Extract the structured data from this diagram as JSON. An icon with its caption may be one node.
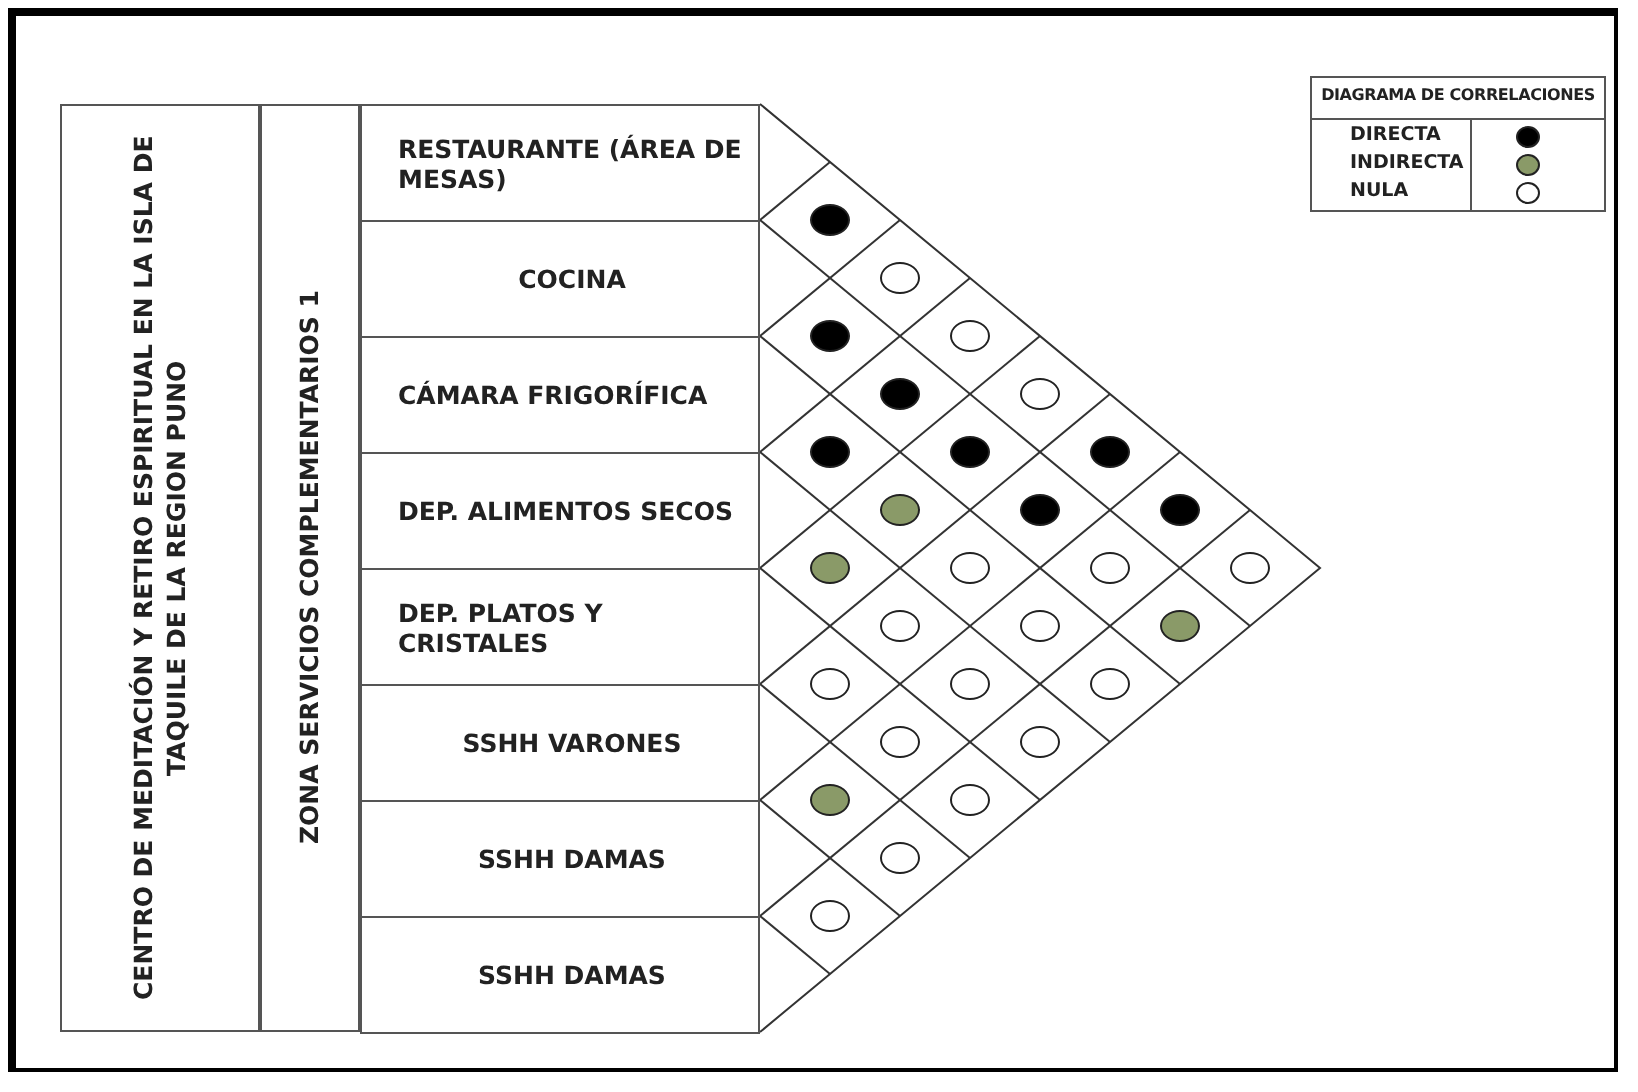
{
  "diagram": {
    "nodes": [
      {
        "text": [
          "CENTRO DE MEDITACIÓN Y RETIRO ESPIRITUAL EN LA ISLA DE TAQUILE DE LA  REGION PUNO"
        ]
      },
      {
        "text": [
          "ZONA SERVICIOS COMPLEMENTARIOS 1"
        ]
      },
      {
        "text": [
          "RESTAURANTE (ÁREA DE MESAS)"
        ]
      },
      {
        "text": [
          "COCINA"
        ]
      },
      {
        "text": [
          "CÁMARA FRIGORÍFICA"
        ]
      },
      {
        "text": [
          "DEP. ALIMENTOS SECOS"
        ]
      },
      {
        "text": [
          "DEP. PLATOS Y CRISTALES"
        ]
      },
      {
        "text": [
          "SSHH VARONES"
        ]
      },
      {
        "text": [
          "SSHH DAMAS"
        ]
      },
      {
        "text": [
          "SSHH DAMAS"
        ]
      },
      {
        "text": [],
        "shape": "circle"
      },
      {
        "text": [],
        "shape": "circle"
      },
      {
        "text": [],
        "shape": "circle"
      },
      {
        "text": [],
        "shape": "circle"
      },
      {
        "text": [],
        "shape": "circle"
      },
      {
        "text": [],
        "shape": "circle"
      },
      {
        "text": [],
        "shape": "circle"
      },
      {
        "text": [],
        "shape": "circle"
      },
      {
        "text": [],
        "shape": "circle"
      },
      {
        "text": [],
        "shape": "circle"
      },
      {
        "text": [],
        "shape": "circle"
      },
      {
        "text": [],
        "shape": "circle"
      },
      {
        "text": [],
        "shape": "circle"
      },
      {
        "text": [],
        "shape": "circle"
      },
      {
        "text": [],
        "shape": "circle"
      },
      {
        "text": [],
        "shape": "circle"
      },
      {
        "text": [],
        "shape": "circle"
      },
      {
        "text": [],
        "shape": "circle"
      },
      {
        "text": [],
        "shape": "circle"
      },
      {
        "text": [],
        "shape": "circle"
      },
      {
        "text": [],
        "shape": "circle"
      },
      {
        "text": [],
        "shape": "circle"
      },
      {
        "text": [],
        "shape": "circle"
      },
      {
        "text": [],
        "shape": "circle"
      },
      {
        "text": [],
        "shape": "circle"
      },
      {
        "text": [],
        "shape": "circle"
      },
      {
        "text": [],
        "shape": "circle"
      },
      {
        "text": [],
        "shape": "circle"
      }
    ],
    "labels": [
      "DIAGRAMA DE CORRELACIONES"
    ],
    "legend": [
      {
        "text": "DIRECTA",
        "color": "#000000"
      },
      {
        "text": "INDIRECTA",
        "color": "#8a9a68"
      },
      {
        "text": "NULA",
        "color": "#ffffff"
      }
    ]
  }
}
